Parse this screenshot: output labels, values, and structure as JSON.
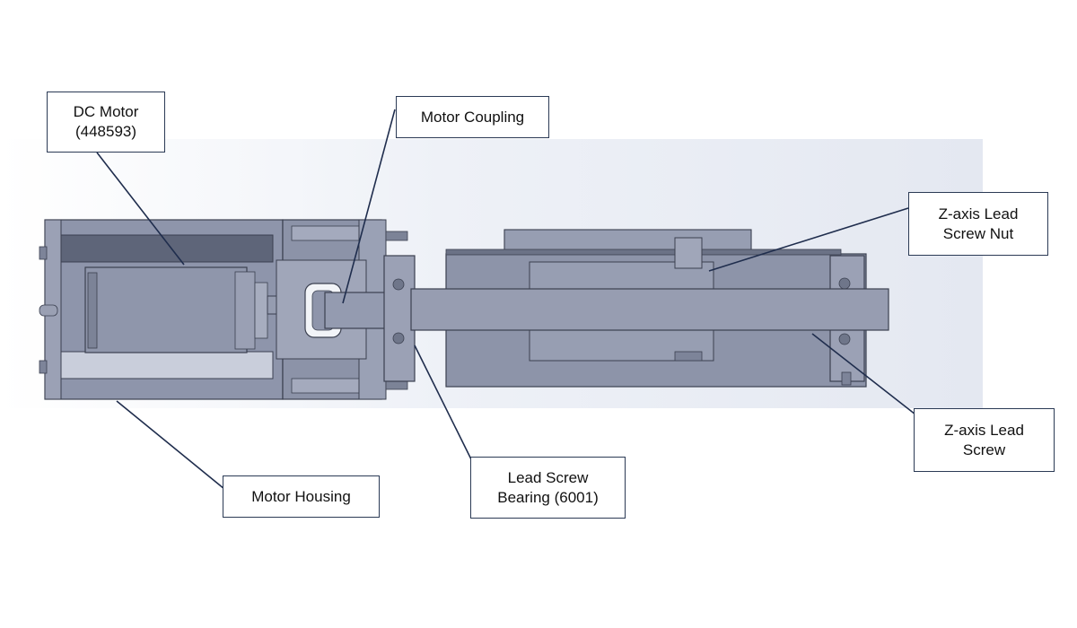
{
  "labels": {
    "dc_motor": [
      "DC Motor",
      "(448593)"
    ],
    "motor_coupling": [
      "Motor Coupling"
    ],
    "lead_screw_nut": [
      "Z-axis Lead",
      "Screw Nut"
    ],
    "lead_screw": [
      "Z-axis Lead",
      "Screw"
    ],
    "motor_housing": [
      "Motor Housing"
    ],
    "lead_screw_bearing": [
      "Lead Screw",
      "Bearing (6001)"
    ]
  },
  "colors": {
    "part_fill": "#8e95ab",
    "part_light": "#a7adc0",
    "part_dark": "#5d6478",
    "edge": "#3b4050",
    "leader": "#1f2d4d",
    "callout_border": "#2b3a55",
    "background_shade": "#e7ebf3"
  }
}
